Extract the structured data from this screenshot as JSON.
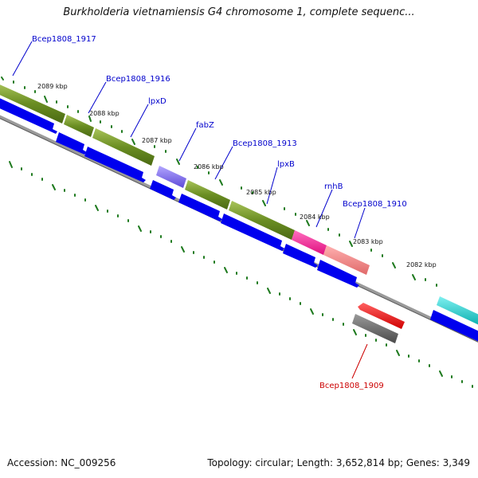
{
  "title": "Burkholderia vietnamiensis G4 chromosome 1, complete sequenc...",
  "footer": {
    "accession": "Accession: NC_009256",
    "summary": "Topology: circular; Length: 3,652,814 bp; Genes: 3,349"
  },
  "colors": {
    "backbone": "#8c8c8c",
    "tick": "#1e7a1e",
    "cds_blue": "#0000ee",
    "gene_olive": "#6b8e23",
    "gene_purple": "#7b68ee",
    "gene_pink": "#ff1493",
    "gene_salmon": "#f08080",
    "gene_red": "#ff0000",
    "gene_gray": "#666666",
    "gene_cyan": "#00cccc",
    "label_blue": "#0000cc",
    "label_red": "#cc0000"
  },
  "scale_labels": [
    "2089 kbp",
    "2088 kbp",
    "2087 kbp",
    "2086 kbp",
    "2085 kbp",
    "2084 kbp",
    "2083 kbp",
    "2082 kbp"
  ],
  "gene_labels": [
    {
      "name": "Bcep1808_1917",
      "color": "blue"
    },
    {
      "name": "Bcep1808_1916",
      "color": "blue"
    },
    {
      "name": "lpxD",
      "color": "blue"
    },
    {
      "name": "fabZ",
      "color": "blue"
    },
    {
      "name": "Bcep1808_1913",
      "color": "blue"
    },
    {
      "name": "lpxB",
      "color": "blue"
    },
    {
      "name": "rnhB",
      "color": "blue"
    },
    {
      "name": "Bcep1808_1910",
      "color": "blue"
    },
    {
      "name": "Bcep1808_1909",
      "color": "red"
    }
  ]
}
